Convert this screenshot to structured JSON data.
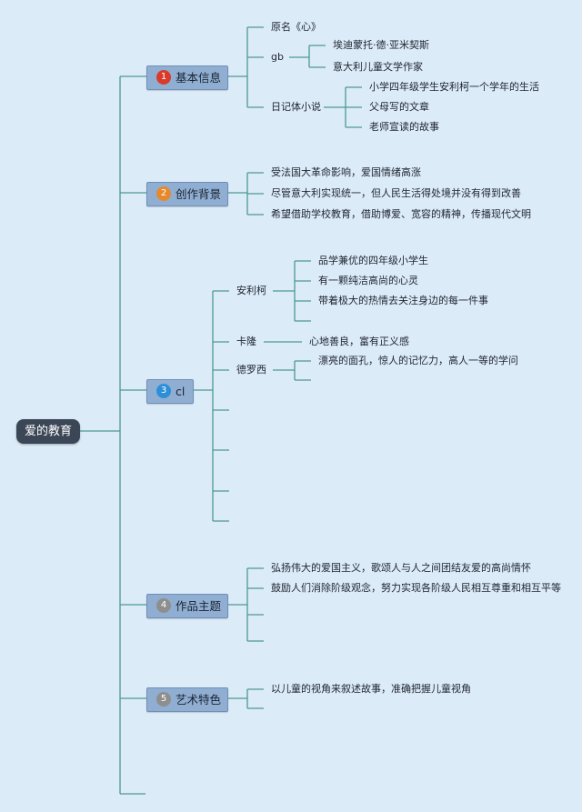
{
  "root": {
    "label": "爱的教育"
  },
  "branches": [
    {
      "label": "基本信息",
      "icon": "1",
      "icon_color": "#d93b2b",
      "icon_name": "priority-1-icon",
      "children": [
        {
          "label": "原名《心》"
        },
        {
          "label": "gb",
          "children": [
            "埃迪蒙托·德·亚米契斯",
            "意大利儿童文学作家"
          ]
        },
        {
          "label": "日记体小说",
          "children": [
            "小学四年级学生安利柯一个学年的生活",
            "父母写的文章",
            "老师宣读的故事"
          ]
        }
      ]
    },
    {
      "label": "创作背景",
      "icon": "2",
      "icon_color": "#e58a2c",
      "icon_name": "priority-2-icon",
      "children": [
        {
          "label": "受法国大革命影响，爱国情绪高涨"
        },
        {
          "label": "尽管意大利实现统一，但人民生活得处境并没有得到改善"
        },
        {
          "label": "希望借助学校教育，借助博爱、宽容的精神，传播现代文明"
        }
      ]
    },
    {
      "label": "cl",
      "icon": "3",
      "icon_color": "#2d8fd8",
      "icon_name": "priority-3-icon",
      "children": [
        {
          "label": "安利柯",
          "children": [
            "品学兼优的四年级小学生",
            "有一颗纯洁高尚的心灵",
            "带着极大的热情去关注身边的每一件事"
          ]
        },
        {
          "label": "卡隆",
          "children": [
            "心地善良，富有正义感"
          ]
        },
        {
          "label": "德罗西",
          "children": [
            "漂亮的面孔，惊人的记忆力，高人一等的学问"
          ]
        }
      ]
    },
    {
      "label": "作品主题",
      "icon": "4",
      "icon_color": "#8e8e8e",
      "icon_name": "priority-4-icon",
      "children": [
        {
          "label": "弘扬伟大的爱国主义，歌颂人与人之间团结友爱的高尚情怀"
        },
        {
          "label": "鼓励人们消除阶级观念，努力实现各阶级人民相互尊重和相互平等"
        }
      ]
    },
    {
      "label": "艺术特色",
      "icon": "5",
      "icon_color": "#8e8e8e",
      "icon_name": "priority-5-icon",
      "children": [
        {
          "label": "以儿童的视角来叙述故事，准确把握儿童视角"
        }
      ]
    }
  ]
}
